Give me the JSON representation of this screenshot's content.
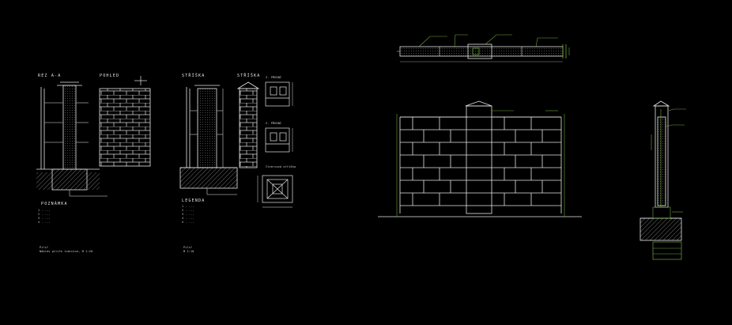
{
  "drawing_sheet_1": {
    "section_a": "REZ A-A",
    "elevation": "POHLED",
    "legend_title": "POZNÁMKA",
    "legend_items": [
      "1 - ...",
      "2 - ...",
      "3 - ...",
      "4 - ..."
    ],
    "footer_line1": "Pilíř",
    "footer_line2": "Nákres pilíře tvárnice, M 1:20"
  },
  "drawing_sheet_2": {
    "section_a": "STŘÍŠKA",
    "elevation": "STŘÍŠKA",
    "detail_1": "Z. PŘEDNÍ",
    "detail_2": "Z. PŘEDNÍ",
    "plan_label": "Čtvercová stříška",
    "legend_title": "LEGENDA",
    "legend_items": [
      "1 - ...",
      "2 - ...",
      "3 - ...",
      "4 - ...",
      "5 - ..."
    ],
    "footer_line1": "Pilíř",
    "footer_line2": "M 1:10"
  },
  "colors": {
    "background": "#000000",
    "line_white": "#e6e6e6",
    "line_green": "#6fa83a",
    "line_gray": "#9a9a9a"
  }
}
